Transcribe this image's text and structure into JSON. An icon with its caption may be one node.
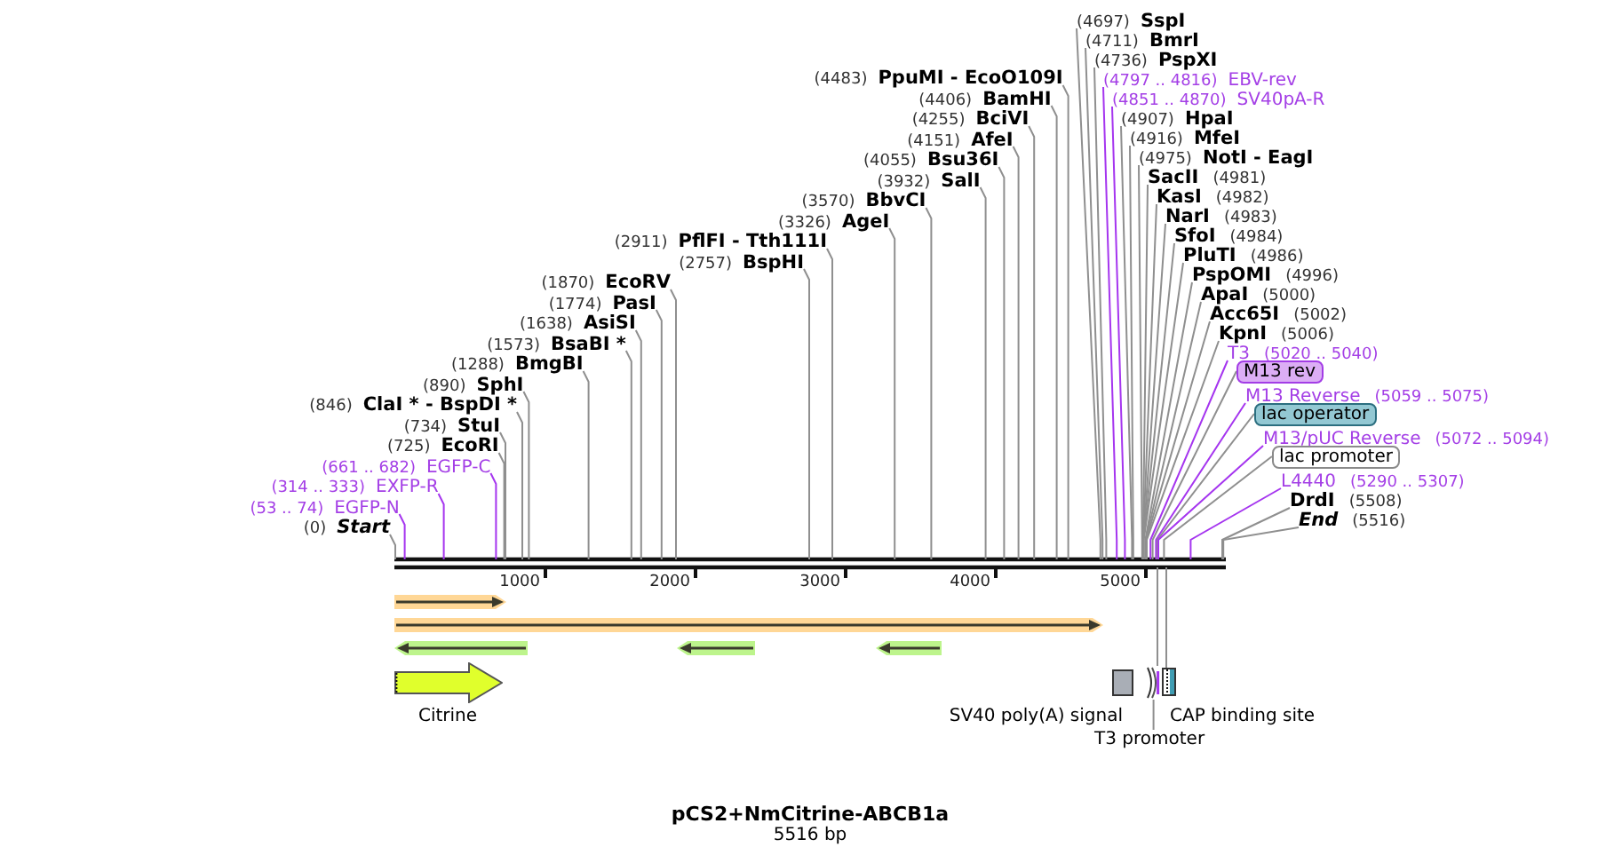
{
  "diagram": {
    "title": "pCS2+NmCitrine-ABCB1a",
    "caption": "5516 bp",
    "nodes": [
      {
        "text": [
          "(4483)",
          "PpuMI - EcoO109I"
        ]
      },
      {
        "text": [
          "(4406)",
          "BamHI"
        ]
      },
      {
        "text": [
          "(4255)",
          "BciVI"
        ]
      },
      {
        "text": [
          "(4151)",
          "AfeI"
        ]
      },
      {
        "text": [
          "(4055)",
          "Bsu36I"
        ]
      },
      {
        "text": [
          "(3932)",
          "SalI"
        ]
      },
      {
        "text": [
          "(3570)",
          "BbvCI"
        ]
      },
      {
        "text": [
          "(3326)",
          "AgeI"
        ]
      },
      {
        "text": [
          "(2911)",
          "PflFI - Tth111I"
        ]
      },
      {
        "text": [
          "(2757)",
          "BspHI"
        ]
      },
      {
        "text": [
          "(1870)",
          "EcoRV"
        ]
      },
      {
        "text": [
          "(1774)",
          "PasI"
        ]
      },
      {
        "text": [
          "(1638)",
          "AsiSI"
        ]
      },
      {
        "text": [
          "(1573)",
          "BsaBI *"
        ]
      },
      {
        "text": [
          "(1288)",
          "BmgBI"
        ]
      },
      {
        "text": [
          "(890)",
          "SphI"
        ]
      },
      {
        "text": [
          "(846)",
          "ClaI * - BspDI *"
        ]
      },
      {
        "text": [
          "(734)",
          "StuI"
        ]
      },
      {
        "text": [
          "(725)",
          "EcoRI"
        ]
      },
      {
        "text": [
          "(661 .. 682)",
          "EGFP-C"
        ]
      },
      {
        "text": [
          "(314 .. 333)",
          "EXFP-R"
        ]
      },
      {
        "text": [
          "(53 .. 74)",
          "EGFP-N"
        ]
      },
      {
        "text": [
          "(0)",
          "Start"
        ]
      },
      {
        "text": [
          "(4697)",
          "SspI"
        ]
      },
      {
        "text": [
          "(4711)",
          "BmrI"
        ]
      },
      {
        "text": [
          "(4736)",
          "PspXI"
        ]
      },
      {
        "text": [
          "(4797 .. 4816)",
          "EBV-rev"
        ]
      },
      {
        "text": [
          "(4851 .. 4870)",
          "SV40pA-R"
        ]
      },
      {
        "text": [
          "(4907)",
          "HpaI"
        ]
      },
      {
        "text": [
          "(4916)",
          "MfeI"
        ]
      },
      {
        "text": [
          "(4975)",
          "NotI - EagI"
        ]
      },
      {
        "text": [
          "SacII",
          "(4981)"
        ]
      },
      {
        "text": [
          "KasI",
          "(4982)"
        ]
      },
      {
        "text": [
          "NarI",
          "(4983)"
        ]
      },
      {
        "text": [
          "SfoI",
          "(4984)"
        ]
      },
      {
        "text": [
          "PluTI",
          "(4986)"
        ]
      },
      {
        "text": [
          "PspOMI",
          "(4996)"
        ]
      },
      {
        "text": [
          "ApaI",
          "(5000)"
        ]
      },
      {
        "text": [
          "Acc65I",
          "(5002)"
        ]
      },
      {
        "text": [
          "KpnI",
          "(5006)"
        ]
      },
      {
        "text": [
          "T3",
          "(5020 .. 5040)"
        ]
      },
      {
        "text": [
          "M13 rev"
        ]
      },
      {
        "text": [
          "M13 Reverse",
          "(5059 .. 5075)"
        ]
      },
      {
        "text": [
          "lac operator"
        ]
      },
      {
        "text": [
          "M13/pUC Reverse",
          "(5072 .. 5094)"
        ]
      },
      {
        "text": [
          "lac promoter"
        ]
      },
      {
        "text": [
          "L4440",
          "(5290 .. 5307)"
        ]
      },
      {
        "text": [
          "DrdI",
          "(5508)"
        ]
      },
      {
        "text": [
          "End",
          "(5516)"
        ]
      },
      {
        "text": [],
        "shape": "arrow"
      },
      {
        "text": [],
        "shape": "arrow"
      },
      {
        "text": [],
        "shape": "arrow"
      },
      {
        "text": [],
        "shape": "arrow"
      },
      {
        "text": [],
        "shape": "arrow"
      },
      {
        "text": [
          "Citrine"
        ]
      },
      {
        "text": [
          "SV40 poly(A) signal"
        ]
      },
      {
        "text": [],
        "shape": "arrow"
      },
      {
        "text": [
          "CAP binding site"
        ]
      },
      {
        "text": [
          "T3 promoter"
        ]
      },
      {
        "text": [],
        "shape": "bar"
      }
    ],
    "edges": [
      {
        "from": 0,
        "to": 59,
        "arrow": "none"
      },
      {
        "from": 1,
        "to": 59,
        "arrow": "none"
      },
      {
        "from": 2,
        "to": 59,
        "arrow": "none"
      },
      {
        "from": 3,
        "to": 59,
        "arrow": "none"
      },
      {
        "from": 4,
        "to": 59,
        "arrow": "none"
      },
      {
        "from": 5,
        "to": 59,
        "arrow": "none"
      },
      {
        "from": 6,
        "to": 59,
        "arrow": "none"
      },
      {
        "from": 7,
        "to": 59,
        "arrow": "none"
      },
      {
        "from": 8,
        "to": 59,
        "arrow": "none"
      },
      {
        "from": 9,
        "to": 59,
        "arrow": "none"
      },
      {
        "from": 10,
        "to": 59,
        "arrow": "none"
      },
      {
        "from": 11,
        "to": 59,
        "arrow": "none"
      },
      {
        "from": 12,
        "to": 59,
        "arrow": "none"
      },
      {
        "from": 13,
        "to": 59,
        "arrow": "none"
      },
      {
        "from": 14,
        "to": 59,
        "arrow": "none"
      },
      {
        "from": 15,
        "to": 59,
        "arrow": "none"
      },
      {
        "from": 16,
        "to": 59,
        "arrow": "none"
      },
      {
        "from": 17,
        "to": 59,
        "arrow": "none"
      },
      {
        "from": 18,
        "to": 59,
        "arrow": "none"
      },
      {
        "from": 19,
        "to": 59,
        "arrow": "none",
        "color": "#a535ef"
      },
      {
        "from": 20,
        "to": 59,
        "arrow": "none",
        "color": "#a535ef"
      },
      {
        "from": 21,
        "to": 59,
        "arrow": "none",
        "color": "#a535ef"
      },
      {
        "from": 22,
        "to": 59,
        "arrow": "none"
      },
      {
        "from": 23,
        "to": 59,
        "arrow": "none"
      },
      {
        "from": 24,
        "to": 59,
        "arrow": "none"
      },
      {
        "from": 25,
        "to": 59,
        "arrow": "none"
      },
      {
        "from": 26,
        "to": 59,
        "arrow": "none",
        "color": "#a535ef"
      },
      {
        "from": 27,
        "to": 59,
        "arrow": "none",
        "color": "#a535ef"
      },
      {
        "from": 28,
        "to": 59,
        "arrow": "none"
      },
      {
        "from": 29,
        "to": 59,
        "arrow": "none"
      },
      {
        "from": 30,
        "to": 59,
        "arrow": "none"
      },
      {
        "from": 31,
        "to": 59,
        "arrow": "none"
      },
      {
        "from": 32,
        "to": 59,
        "arrow": "none"
      },
      {
        "from": 33,
        "to": 59,
        "arrow": "none"
      },
      {
        "from": 34,
        "to": 59,
        "arrow": "none"
      },
      {
        "from": 35,
        "to": 59,
        "arrow": "none"
      },
      {
        "from": 36,
        "to": 59,
        "arrow": "none"
      },
      {
        "from": 37,
        "to": 59,
        "arrow": "none"
      },
      {
        "from": 38,
        "to": 59,
        "arrow": "none"
      },
      {
        "from": 39,
        "to": 59,
        "arrow": "none"
      },
      {
        "from": 40,
        "to": 59,
        "arrow": "none",
        "color": "#a535ef"
      },
      {
        "from": 41,
        "to": 59,
        "arrow": "none"
      },
      {
        "from": 42,
        "to": 59,
        "arrow": "none",
        "color": "#a535ef"
      },
      {
        "from": 43,
        "to": 59,
        "arrow": "none"
      },
      {
        "from": 44,
        "to": 59,
        "arrow": "none",
        "color": "#a535ef"
      },
      {
        "from": 45,
        "to": 59,
        "arrow": "none"
      },
      {
        "from": 46,
        "to": 59,
        "arrow": "none",
        "color": "#a535ef"
      },
      {
        "from": 47,
        "to": 59,
        "arrow": "none"
      },
      {
        "from": 48,
        "to": 59,
        "arrow": "none"
      },
      {
        "from": 56,
        "to": 59,
        "arrow": "none"
      },
      {
        "from": 57,
        "to": 59,
        "arrow": "none"
      },
      {
        "from": 58,
        "to": 56,
        "arrow": "none"
      }
    ],
    "labels": [
      "1000",
      "2000",
      "3000",
      "4000",
      "5000"
    ]
  }
}
